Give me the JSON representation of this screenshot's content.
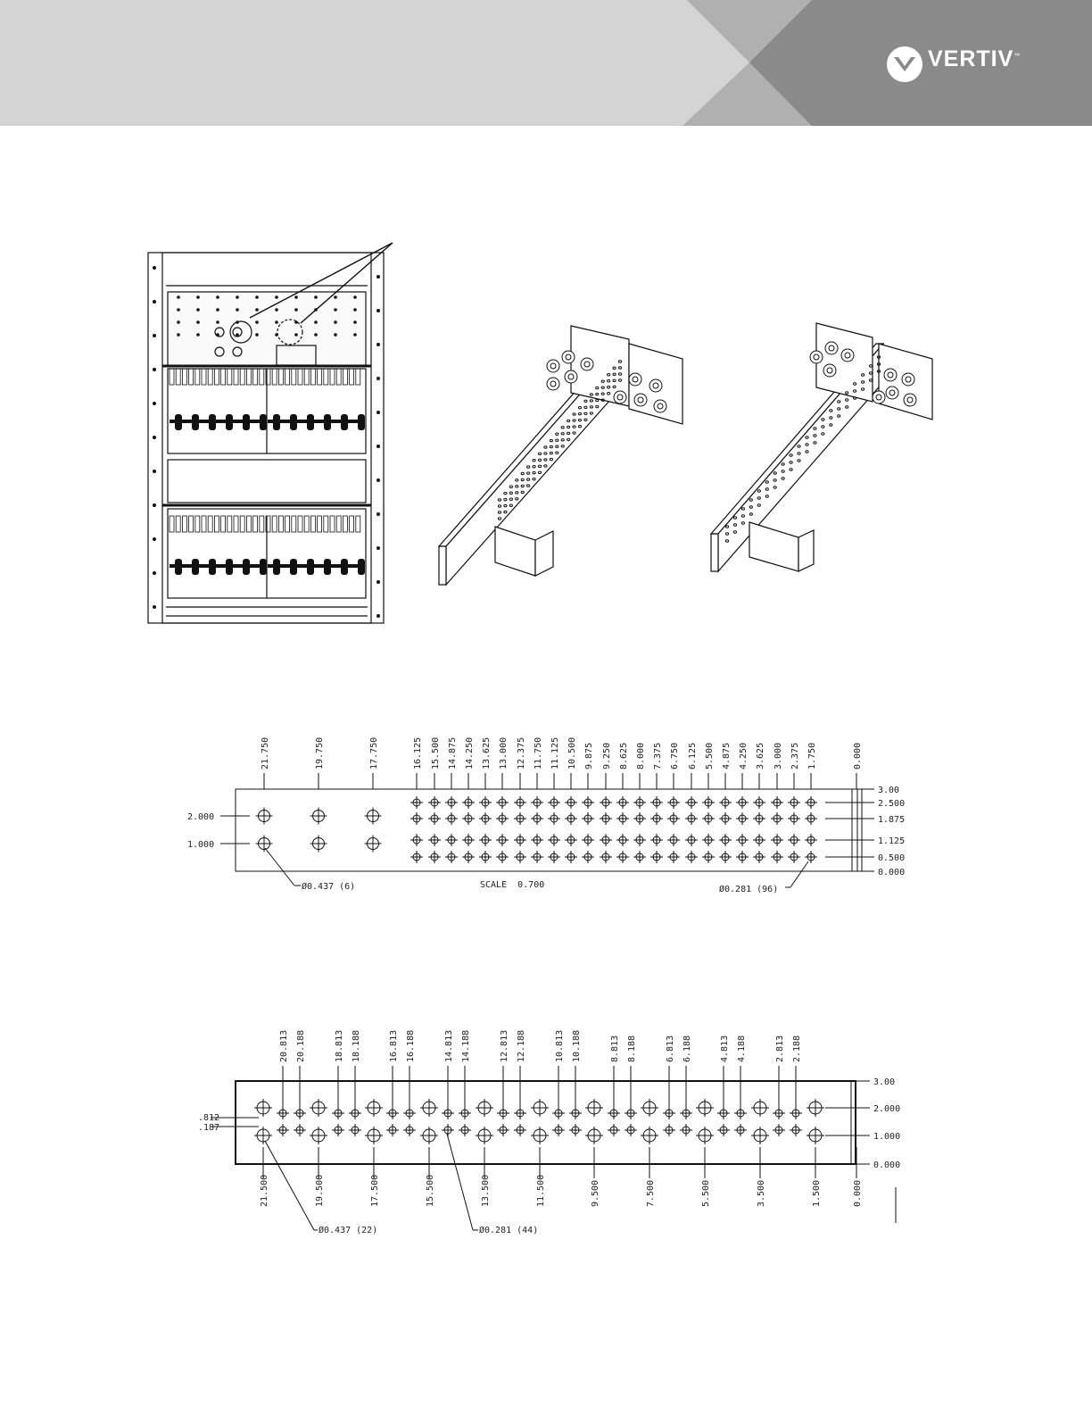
{
  "header": {
    "brand_name": "VERTIV",
    "trademark": "™",
    "colors": {
      "light_band": "#d4d4d4",
      "mid_band": "#b0b0b0",
      "dark_band": "#8a8a8a",
      "brand_text": "#ffffff"
    }
  },
  "figure_views": {
    "cabinet_front": "cabinet-front-view",
    "busbar_assembly_a": "busbar-assembly-isometric-a",
    "busbar_assembly_b": "busbar-assembly-isometric-b"
  },
  "drawing_top": {
    "column_positions": [
      "21.750",
      "19.750",
      "17.750",
      "16.125",
      "15.500",
      "14.875",
      "14.250",
      "13.625",
      "13.000",
      "12.375",
      "11.750",
      "11.125",
      "10.500",
      "9.875",
      "9.250",
      "8.625",
      "8.000",
      "7.375",
      "6.750",
      "6.125",
      "5.500",
      "4.875",
      "4.250",
      "3.625",
      "3.000",
      "2.375",
      "1.750",
      "0.000"
    ],
    "left_rows": [
      "2.000",
      "1.000"
    ],
    "right_rows": [
      "3.00",
      "2.500",
      "1.875",
      "1.125",
      "0.500",
      "0.000"
    ],
    "large_hole_note": "Ø0.437 (6)",
    "scale_note": "SCALE  0.700",
    "small_hole_note": "Ø0.281 (96)"
  },
  "drawing_bottom": {
    "top_columns": [
      "20.813",
      "20.188",
      "18.813",
      "18.188",
      "16.813",
      "16.188",
      "14.813",
      "14.188",
      "12.813",
      "12.188",
      "10.813",
      "10.188",
      "8.813",
      "8.188",
      "6.813",
      "6.188",
      "4.813",
      "4.188",
      "2.813",
      "2.188"
    ],
    "bottom_columns": [
      "21.500",
      "19.500",
      "17.500",
      "15.500",
      "13.500",
      "11.500",
      "9.500",
      "7.500",
      "5.500",
      "3.500",
      "1.500",
      "0.000"
    ],
    "left_rows": [
      ".812",
      ".187"
    ],
    "right_rows": [
      "3.00",
      "2.000",
      "1.000",
      "0.000"
    ],
    "large_hole_note": "Ø0.437 (22)",
    "small_hole_note": "Ø0.281 (44)"
  }
}
